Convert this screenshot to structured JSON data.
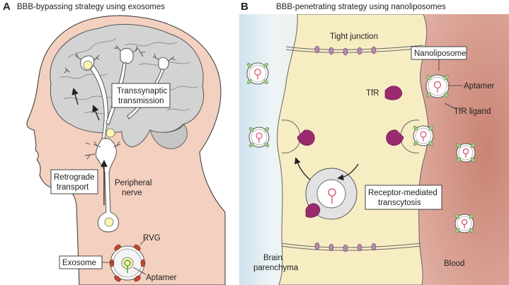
{
  "panel_a": {
    "letter": "A",
    "title": "BBB-bypassing strategy using exosomes",
    "labels": {
      "transsynaptic_1": "Transsynaptic",
      "transsynaptic_2": "transmission",
      "retrograde_1": "Retrograde",
      "retrograde_2": "transport",
      "peripheral_1": "Peripheral",
      "peripheral_2": "nerve",
      "rvg": "RVG",
      "exosome": "Exosome",
      "aptamer": "Aptamer"
    }
  },
  "panel_b": {
    "letter": "B",
    "title": "BBB-penetrating strategy using nanoliposomes",
    "labels": {
      "tight_junction": "Tight junction",
      "nanoliposome": "Nanoliposome",
      "aptamer": "Aptamer",
      "tfr": "TfR",
      "tfr_ligand": "TfR ligand",
      "receptor_1": "Receptor-mediated",
      "receptor_2": "transcytosis",
      "brain_1": "Brain",
      "brain_2": "parenchyma",
      "blood": "Blood"
    }
  },
  "colors": {
    "skin": "#f3d0bf",
    "brain": "#d3d3d3",
    "endothelium": "#f7edc3",
    "blood": "#d89c8c",
    "tfr": "#9b2a6e",
    "ligand": "#9fcf87",
    "rvg": "#c24a2f",
    "aptamer": "#d24b63"
  }
}
